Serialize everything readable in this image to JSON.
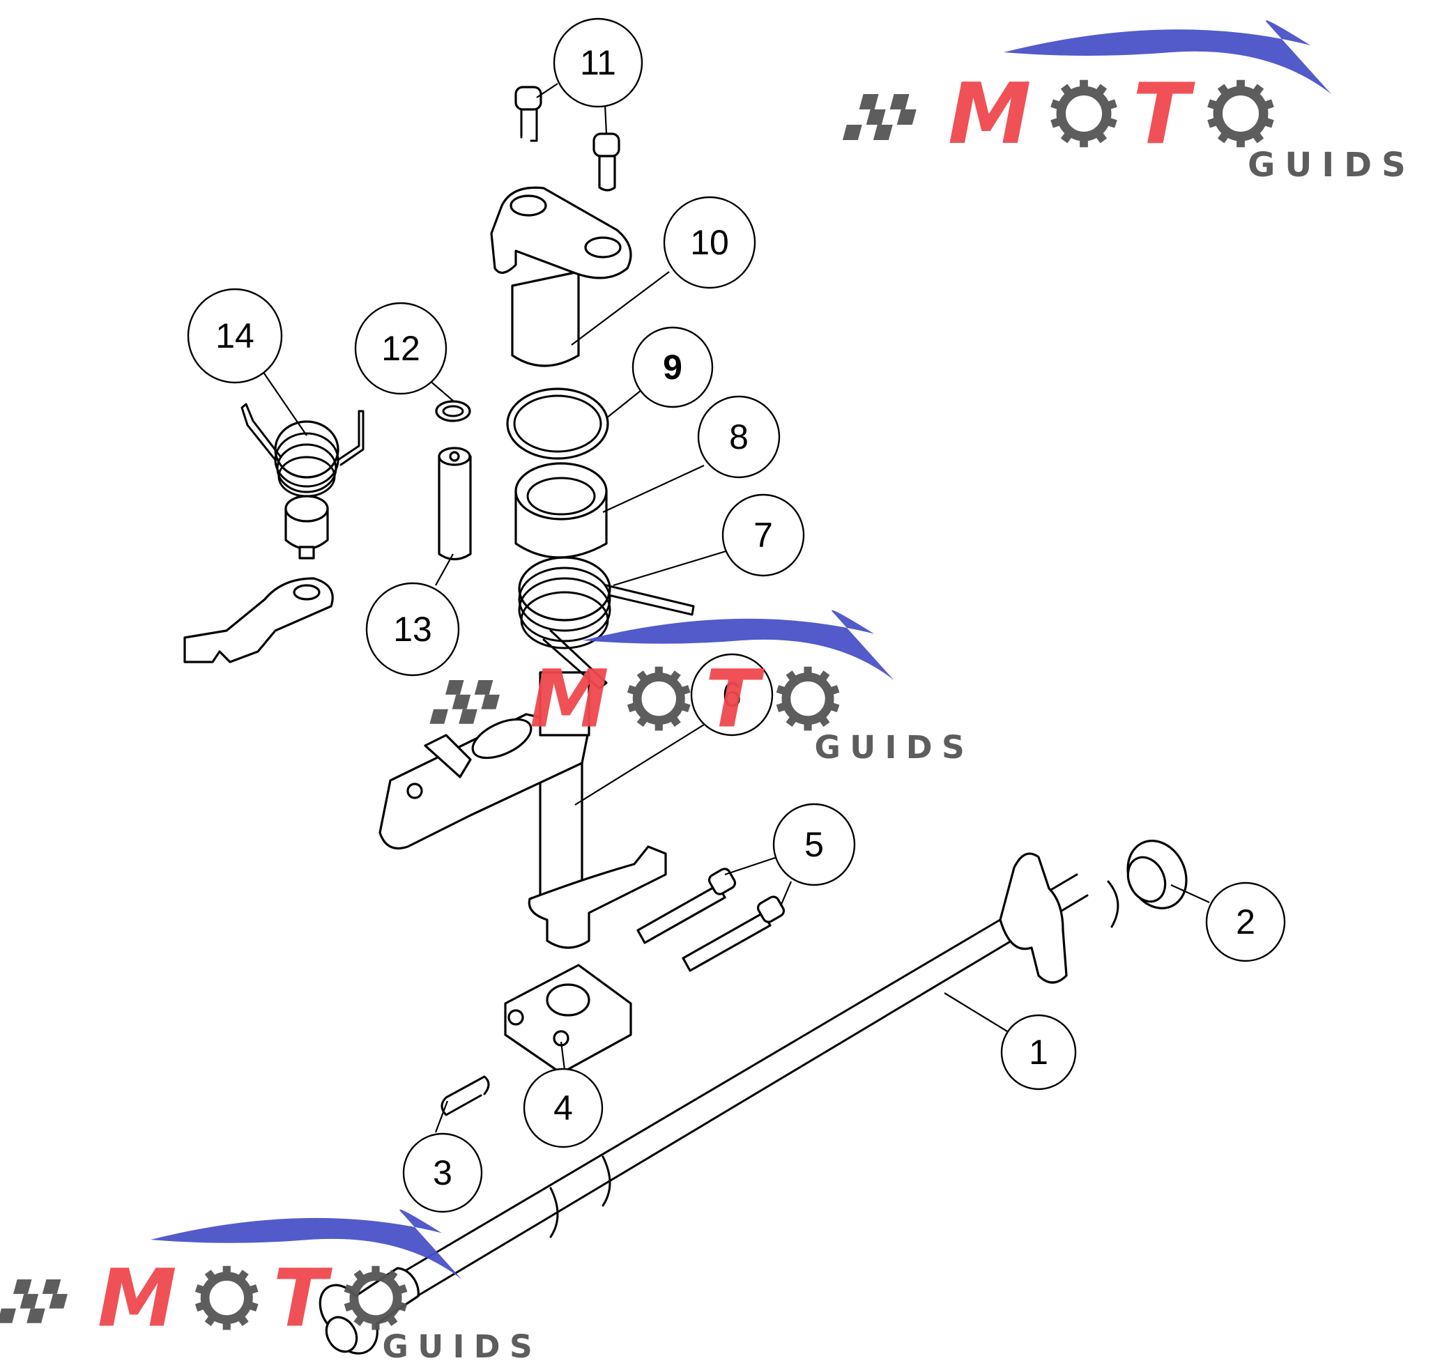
{
  "callouts": [
    {
      "id": "1",
      "label": "1",
      "bold": false
    },
    {
      "id": "2",
      "label": "2",
      "bold": false
    },
    {
      "id": "3",
      "label": "3",
      "bold": false
    },
    {
      "id": "4",
      "label": "4",
      "bold": false
    },
    {
      "id": "5",
      "label": "5",
      "bold": false
    },
    {
      "id": "6",
      "label": "6",
      "bold": false
    },
    {
      "id": "7",
      "label": "7",
      "bold": false
    },
    {
      "id": "8",
      "label": "8",
      "bold": false
    },
    {
      "id": "9",
      "label": "9",
      "bold": true
    },
    {
      "id": "10",
      "label": "10",
      "bold": false
    },
    {
      "id": "11",
      "label": "11",
      "bold": false
    },
    {
      "id": "12",
      "label": "12",
      "bold": false
    },
    {
      "id": "13",
      "label": "13",
      "bold": false
    },
    {
      "id": "14",
      "label": "14",
      "bold": false
    }
  ],
  "watermark": {
    "letters_main": "MOTO",
    "letters_sub": "GUIDS",
    "colors": {
      "red": "#f0484e",
      "blue": "#4a52c8",
      "gray": "#555555"
    },
    "icon": "gear-icon"
  }
}
